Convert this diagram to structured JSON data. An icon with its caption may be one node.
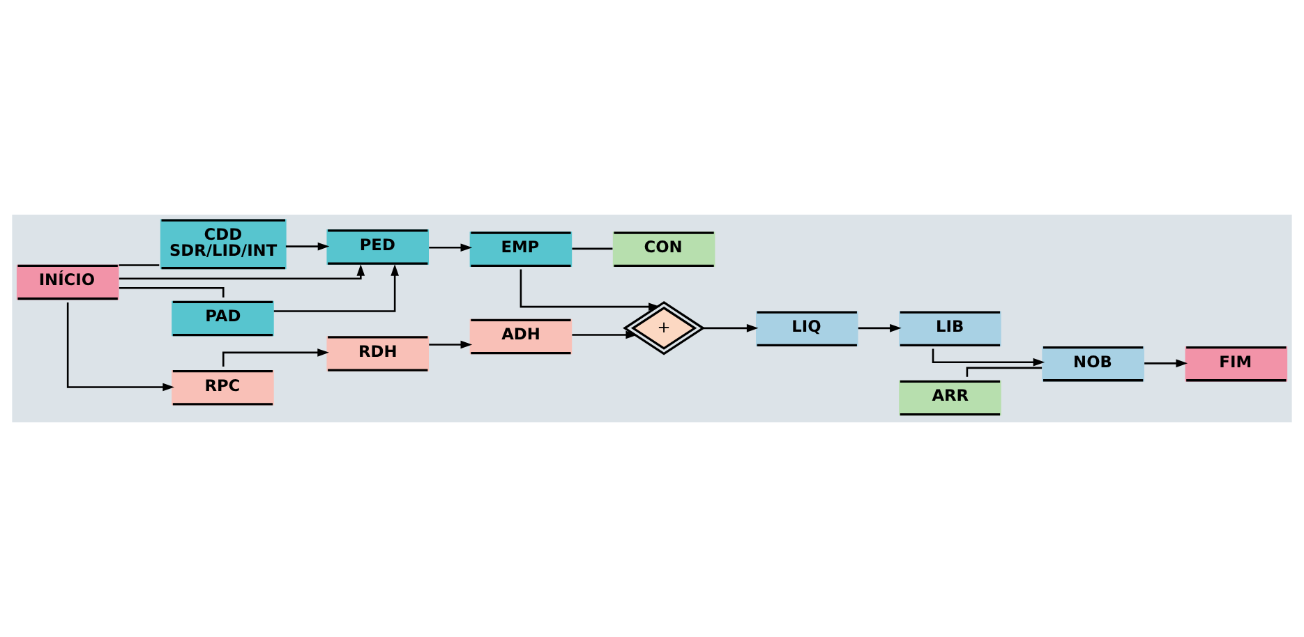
{
  "diagram": {
    "nodes": [
      {
        "text": [
          "INÍCIO"
        ]
      },
      {
        "text": [
          "CON"
        ]
      },
      {
        "text": [
          "PED"
        ]
      },
      {
        "text": [
          "EMP"
        ]
      },
      {
        "text": [
          "CDD",
          "SDR/LID/INT"
        ]
      },
      {
        "text": [
          "PAD"
        ]
      },
      {
        "text": [
          "+"
        ]
      },
      {
        "text": [
          "LIQ"
        ]
      },
      {
        "text": [
          "LIB"
        ]
      },
      {
        "text": [
          "ARR"
        ]
      },
      {
        "text": [
          "NOB"
        ]
      },
      {
        "text": [
          "RPC"
        ]
      },
      {
        "text": [
          "RDH"
        ]
      },
      {
        "text": [
          "ADH"
        ]
      },
      {
        "text": [
          "FIM"
        ]
      }
    ],
    "edges": [
      {
        "from": 0,
        "to": 2,
        "arrow": "to"
      },
      {
        "from": 0,
        "to": 4,
        "arrow": "none"
      },
      {
        "from": 0,
        "to": 5,
        "arrow": "none"
      },
      {
        "from": 0,
        "to": 11,
        "arrow": "to"
      },
      {
        "from": 4,
        "to": 2,
        "arrow": "to"
      },
      {
        "from": 5,
        "to": 2,
        "arrow": "to"
      },
      {
        "from": 2,
        "to": 3,
        "arrow": "to"
      },
      {
        "from": 3,
        "to": 1,
        "arrow": "none"
      },
      {
        "from": 3,
        "to": 6,
        "arrow": "to"
      },
      {
        "from": 11,
        "to": 12,
        "arrow": "to"
      },
      {
        "from": 12,
        "to": 13,
        "arrow": "to"
      },
      {
        "from": 13,
        "to": 6,
        "arrow": "to"
      },
      {
        "from": 6,
        "to": 7,
        "arrow": "to"
      },
      {
        "from": 7,
        "to": 8,
        "arrow": "to"
      },
      {
        "from": 8,
        "to": 10,
        "arrow": "to"
      },
      {
        "from": 9,
        "to": 10,
        "arrow": "none"
      },
      {
        "from": 10,
        "to": 14,
        "arrow": "to"
      }
    ]
  }
}
